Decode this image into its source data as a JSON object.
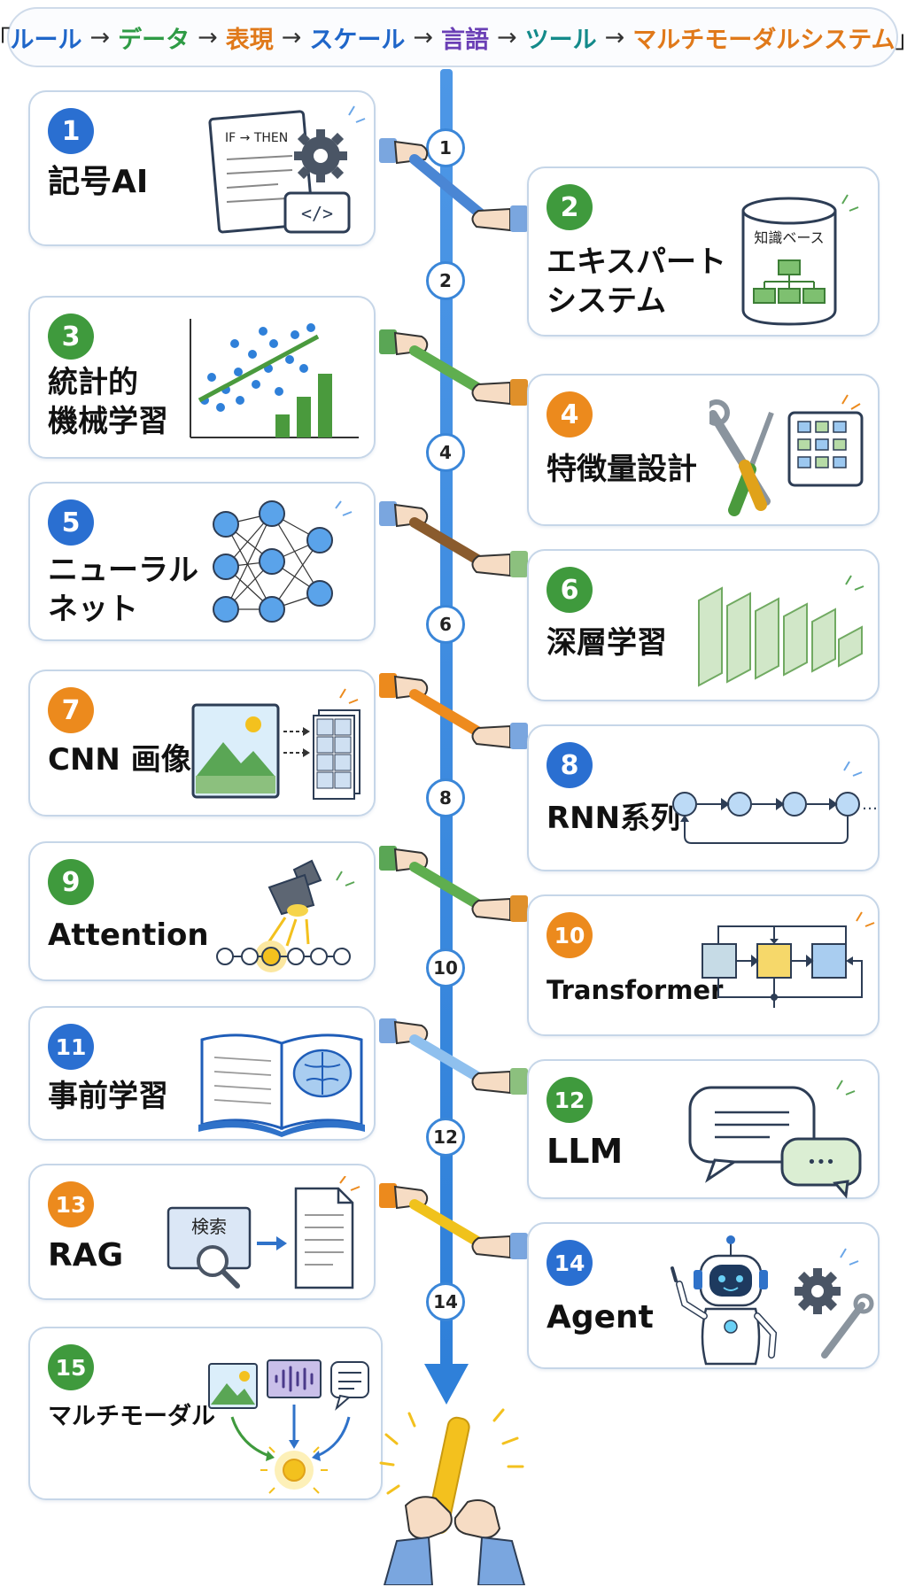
{
  "header": {
    "open_bracket": "「",
    "close_bracket": "」",
    "arrow": "→",
    "items": [
      {
        "label": "ルール",
        "color": "#1f66c9"
      },
      {
        "label": "データ",
        "color": "#2e9b45"
      },
      {
        "label": "表現",
        "color": "#e0791a"
      },
      {
        "label": "スケール",
        "color": "#1f66c9"
      },
      {
        "label": "言語",
        "color": "#6a3fb5"
      },
      {
        "label": "ツール",
        "color": "#138a8a"
      },
      {
        "label": "マルチモーダルシステム",
        "color": "#e0791a"
      }
    ]
  },
  "colors": {
    "blue": "#2a6fd1",
    "green": "#3f9a3d",
    "orange": "#ec8a1d"
  },
  "spine_steps": [
    "1",
    "2",
    "4",
    "6",
    "8",
    "10",
    "12",
    "14"
  ],
  "cards": [
    {
      "num": "1",
      "title": "記号AI",
      "badge_color": "#2a6fd1",
      "icon": "rule-document-gear-icon",
      "doc_text": "IF → THEN",
      "code_text": "</>"
    },
    {
      "num": "2",
      "title_lines": [
        "エキスパート",
        "システム"
      ],
      "badge_color": "#3f9a3d",
      "icon": "knowledge-base-icon",
      "kb_label": "知識ベース"
    },
    {
      "num": "3",
      "title_lines": [
        "統計的",
        "機械学習"
      ],
      "badge_color": "#3f9a3d",
      "icon": "scatter-bar-chart-icon"
    },
    {
      "num": "4",
      "title": "特徴量設計",
      "badge_color": "#ec8a1d",
      "icon": "tools-grid-icon"
    },
    {
      "num": "5",
      "title_lines": [
        "ニューラル",
        "ネット"
      ],
      "badge_color": "#2a6fd1",
      "icon": "neural-network-icon"
    },
    {
      "num": "6",
      "title": "深層学習",
      "badge_color": "#3f9a3d",
      "icon": "layer-stack-icon"
    },
    {
      "num": "7",
      "title": "CNN 画像",
      "badge_color": "#ec8a1d",
      "icon": "image-feature-map-icon"
    },
    {
      "num": "8",
      "title": "RNN系列",
      "badge_color": "#2a6fd1",
      "icon": "recurrent-chain-icon",
      "chain_ellipsis": "…"
    },
    {
      "num": "9",
      "title": "Attention",
      "badge_color": "#3f9a3d",
      "icon": "spotlight-attention-icon"
    },
    {
      "num": "10",
      "title": "Transformer",
      "badge_color": "#ec8a1d",
      "icon": "transformer-blocks-icon"
    },
    {
      "num": "11",
      "title": "事前学習",
      "badge_color": "#2a6fd1",
      "icon": "book-brain-icon"
    },
    {
      "num": "12",
      "title": "LLM",
      "badge_color": "#3f9a3d",
      "icon": "chat-bubbles-icon",
      "bubble_dots": "•••"
    },
    {
      "num": "13",
      "title": "RAG",
      "badge_color": "#ec8a1d",
      "icon": "search-document-icon",
      "search_label": "検索"
    },
    {
      "num": "14",
      "title": "Agent",
      "badge_color": "#2a6fd1",
      "icon": "robot-tools-icon"
    },
    {
      "num": "15",
      "title": "マルチモーダル",
      "badge_color": "#3f9a3d",
      "icon": "multimodal-fusion-icon"
    }
  ],
  "final_icon": "hands-holding-baton-icon"
}
